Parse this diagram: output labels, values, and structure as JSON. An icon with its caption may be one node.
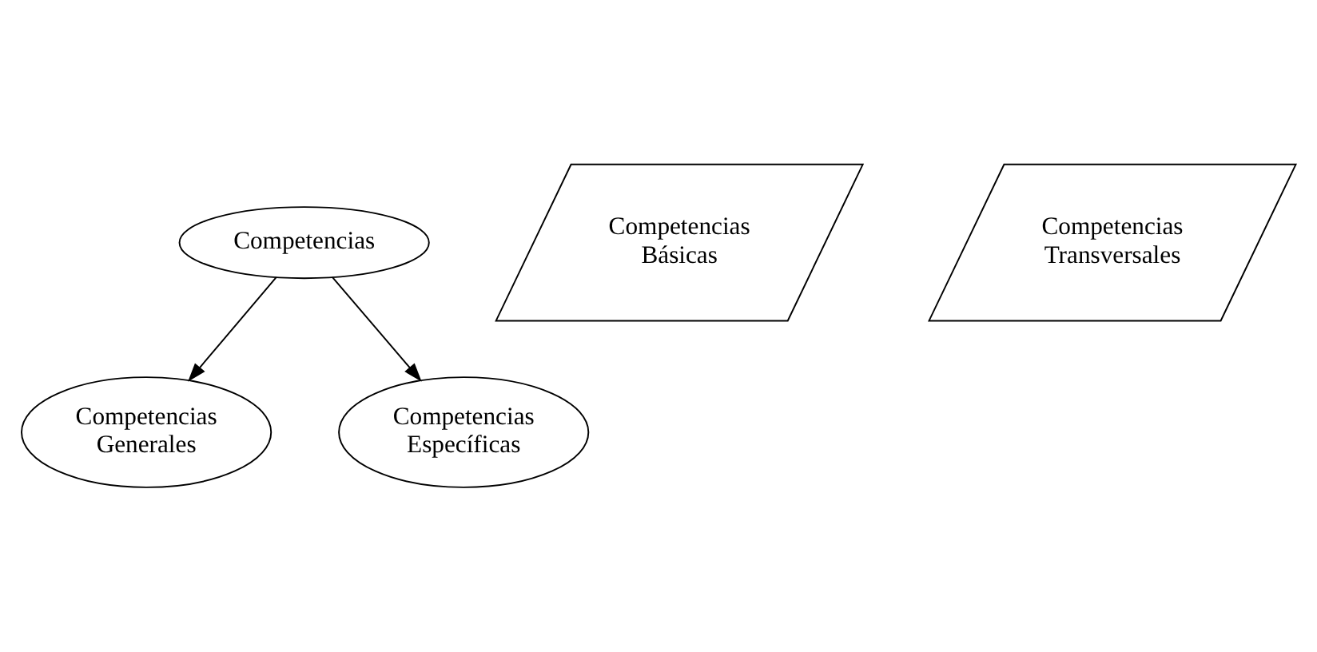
{
  "diagram": {
    "nodes": [
      {
        "text": [
          "Competencias"
        ]
      },
      {
        "text": [
          "Competencias Generales"
        ]
      },
      {
        "text": [
          "Competencias Específicas"
        ]
      },
      {
        "text": [
          "Competencias Básicas"
        ]
      },
      {
        "text": [
          "Competencias Transversales"
        ]
      }
    ],
    "edges": [
      {
        "from": 0,
        "to": 1,
        "arrow": "to"
      },
      {
        "from": 0,
        "to": 2,
        "arrow": "to"
      }
    ]
  }
}
